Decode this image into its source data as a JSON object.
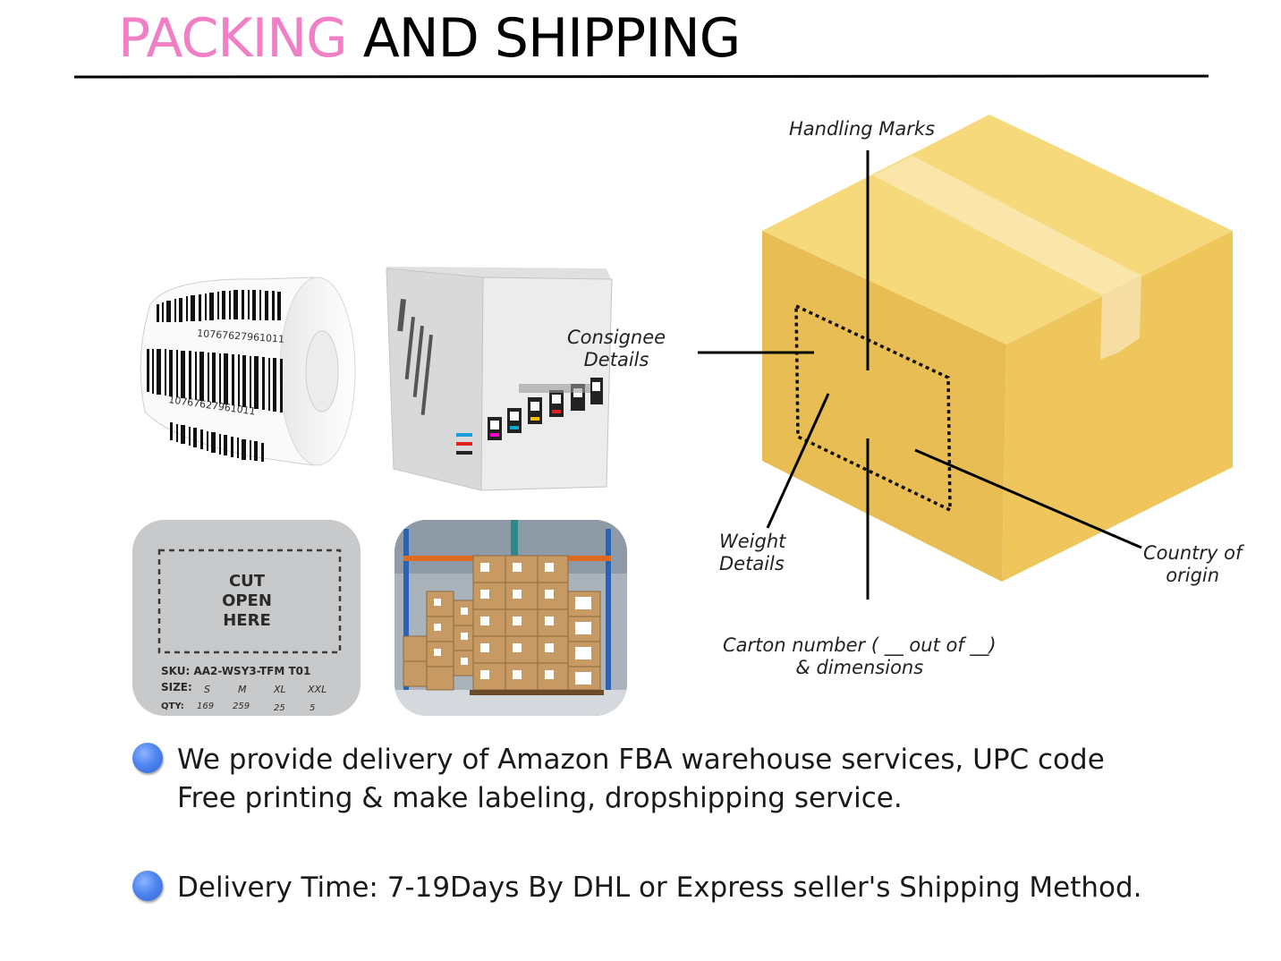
{
  "header": {
    "title_accent": "PACKING",
    "title_rest": "AND SHIPPING",
    "accent_color": "#f07fc6"
  },
  "images": {
    "barcode_roll": {
      "barcode_text_1": "10767627961011",
      "barcode_text_2": "10767627961011"
    },
    "cut_open_label": {
      "line1": "CUT",
      "line2": "OPEN",
      "line3": "HERE",
      "sku": "SKU: AA2-WSY3-TFM T01",
      "size_label": "SIZE:",
      "sizes": [
        "S",
        "M",
        "XL",
        "XXL"
      ],
      "qty_label": "QTY:",
      "qtys": [
        "169",
        "259",
        "25",
        "5"
      ]
    }
  },
  "diagram": {
    "handling_marks": "Handling Marks",
    "consignee_line1": "Consignee",
    "consignee_line2": "Details",
    "weight_line1": "Weight",
    "weight_line2": "Details",
    "carton_line1": "Carton number ( __ out of __)",
    "carton_line2": "& dimensions",
    "country_line1": "Country of",
    "country_line2": "origin"
  },
  "bullets": [
    {
      "line1": "We provide delivery of Amazon FBA warehouse services, UPC code",
      "line2": "Free printing & make labeling, dropshipping service."
    },
    {
      "line1": "Delivery Time: 7-19Days By DHL or Express seller's Shipping Method."
    }
  ]
}
